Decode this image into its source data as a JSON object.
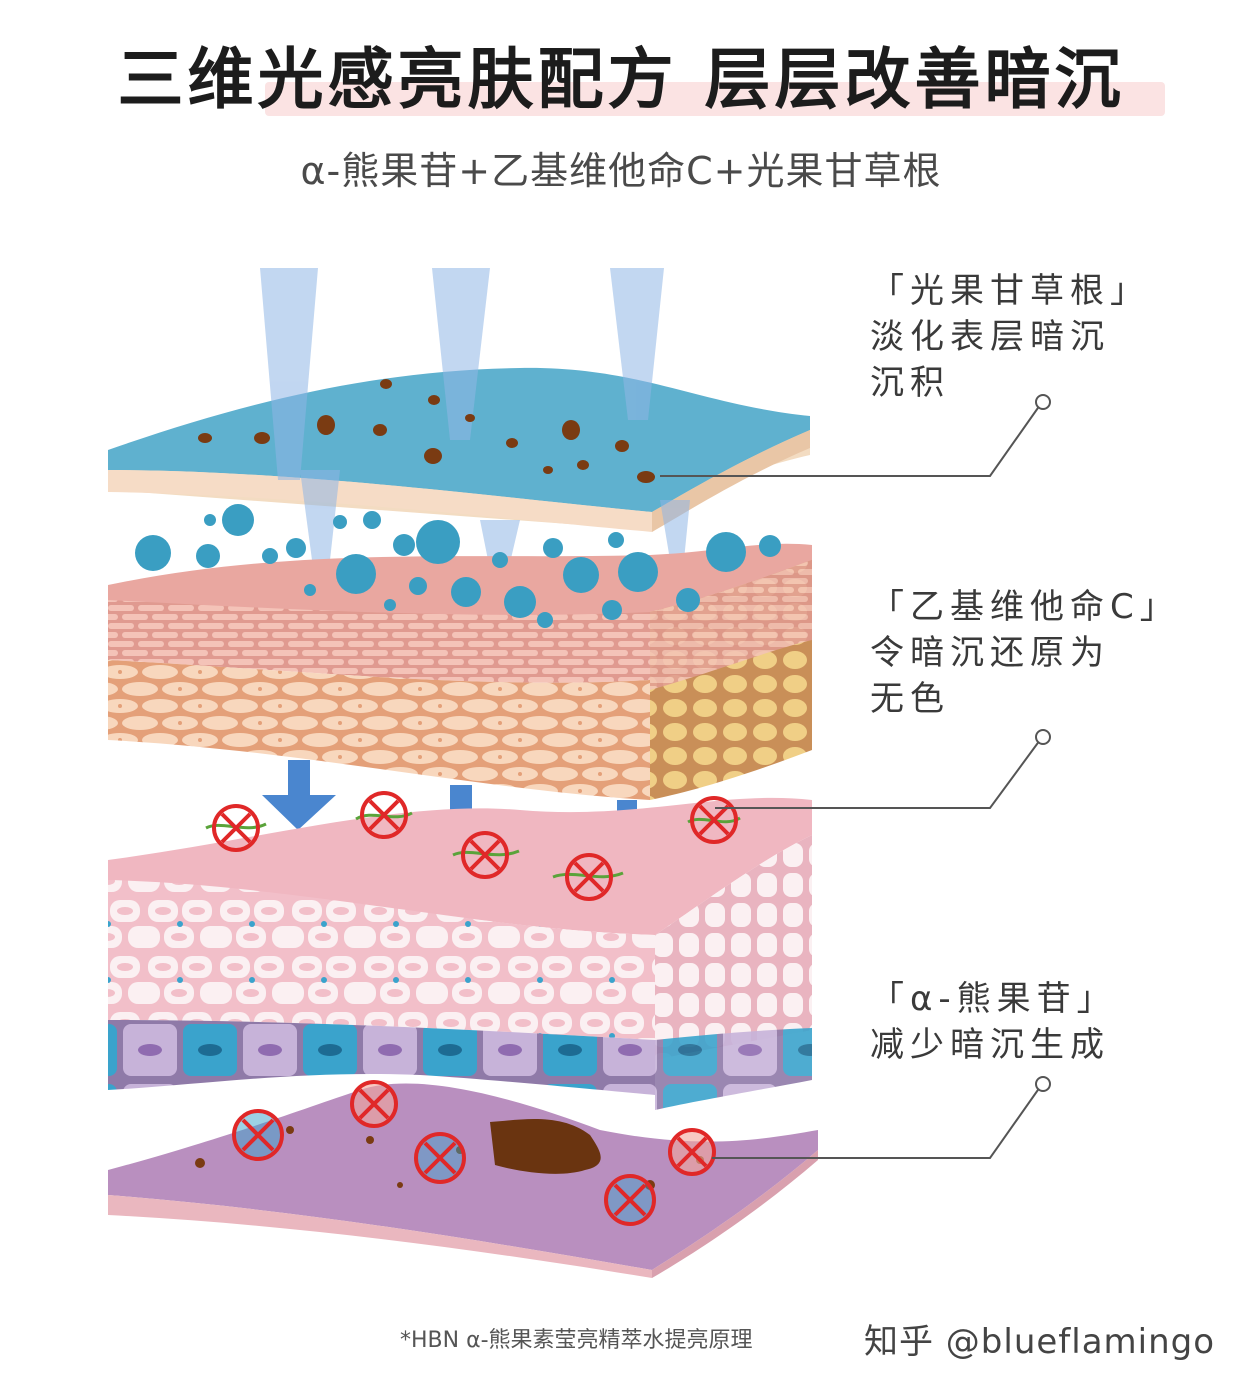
{
  "title": "三维光感亮肤配方  层层改善暗沉",
  "subtitle": "α-熊果苷+乙基维他命C+光果甘草根",
  "callouts": [
    {
      "line1": "「光果甘草根」",
      "line2": "淡化表层暗沉",
      "line3": "沉积"
    },
    {
      "line1": "「乙基维他命C」",
      "line2": "令暗沉还原为",
      "line3": "无色"
    },
    {
      "line1": "「α-熊果苷」",
      "line2": "减少暗沉生成"
    }
  ],
  "footnote": "*HBN α-熊果素莹亮精萃水提亮原理",
  "watermark": "知乎 @blueflamingo",
  "colors": {
    "surface_blue": "#5fb1cf",
    "skin_pink": "#e8a9a0",
    "tan": "#f1c5a3",
    "melanin_brown": "#7a3b12",
    "serum_blue": "#3a9ec2",
    "arrow_blue": "#4a86cf",
    "inhibit_red": "#e02828",
    "cell_pink": "#f8d9df",
    "cell_purple": "#b7a0cc",
    "cell_teal": "#3aa3cc"
  }
}
